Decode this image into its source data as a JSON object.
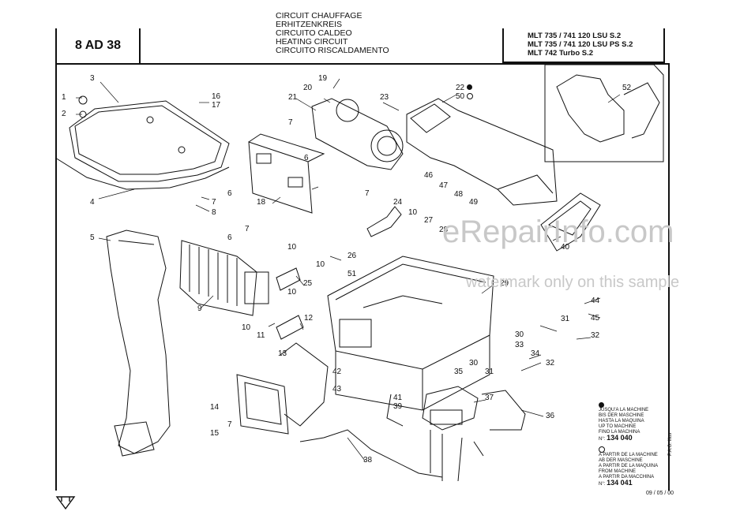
{
  "header": {
    "code": "8 AD 38",
    "titles": [
      "CIRCUIT CHAUFFAGE",
      "ERHITZENKREIS",
      "CIRCUITO CALDEO",
      "HEATING CIRCUIT",
      "CIRCUITO RISCALDAMENTO"
    ],
    "models": [
      "MLT 735 / 741 120 LSU S.2",
      "MLT 735 / 741 120 LSU PS S.2",
      "MLT 742 Turbo S.2"
    ]
  },
  "watermark": {
    "site": "eRepairInfo.com",
    "note": "watermark only on this sample"
  },
  "legend": {
    "until": {
      "lines": [
        "JUSQU'A LA MACHINE",
        "BIS DER MASCHINE",
        "HASTA LA MAQUINA",
        "UP TO MACHINE",
        "FINO LA MACHINA"
      ],
      "number_prefix": "N°:",
      "number": "134 040"
    },
    "from": {
      "lines": [
        "A PARTIR DE LA MACHINE",
        "AB DER MASCHINE",
        "A PARTIR DE LA MAQUINA",
        "FROM MACHINE",
        "A PARTIR DA MACCHINA"
      ],
      "number_prefix": "N°:",
      "number": "134 041"
    }
  },
  "footer": {
    "date": "09 / 05 / 00",
    "author": "P.A.O. Illus"
  },
  "callouts": {
    "c1": "1",
    "c2": "2",
    "c3": "3",
    "c4": "4",
    "c5": "5",
    "c6a": "6",
    "c6b": "6",
    "c6c": "6",
    "c7a": "7",
    "c7b": "7",
    "c7c": "7",
    "c7d": "7",
    "c8": "8",
    "c9": "9",
    "c10a": "10",
    "c10b": "10",
    "c10c": "10",
    "c10d": "10",
    "c10e": "10",
    "c11": "11",
    "c12": "12",
    "c13": "13",
    "c14": "14",
    "c15": "15",
    "c16": "16",
    "c17": "17",
    "c18": "18",
    "c19": "19",
    "c20": "20",
    "c21": "21",
    "c22": "22",
    "c23": "23",
    "c24": "24",
    "c25": "25",
    "c26": "26",
    "c27": "27",
    "c28": "28",
    "c29": "29",
    "c30a": "30",
    "c30b": "30",
    "c31a": "31",
    "c31b": "31",
    "c32a": "32",
    "c32b": "32",
    "c33": "33",
    "c34": "34",
    "c35": "35",
    "c36": "36",
    "c37": "37",
    "c38": "38",
    "c39": "39",
    "c40": "40",
    "c41": "41",
    "c42": "42",
    "c43": "43",
    "c44": "44",
    "c45": "45",
    "c46": "46",
    "c47": "47",
    "c48": "48",
    "c49": "49",
    "c50": "50",
    "c51": "51",
    "c52": "52"
  }
}
